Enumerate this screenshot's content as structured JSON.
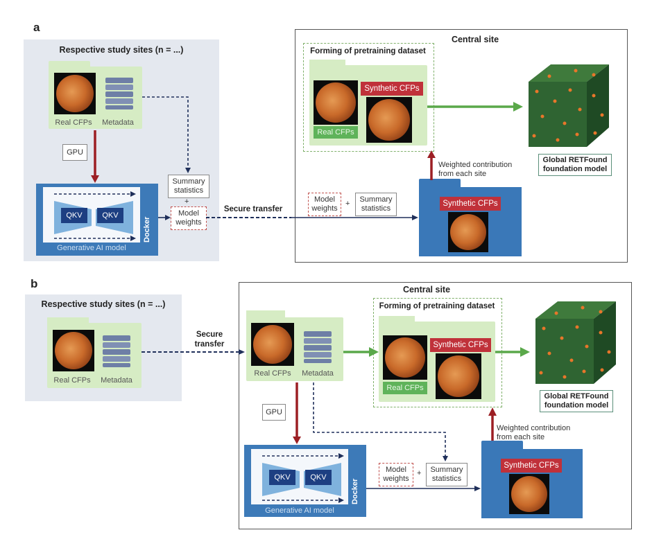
{
  "colors": {
    "site_bg": "#e4e8ef",
    "folder_green": "#d6ecc4",
    "synthetic_red": "#c0313a",
    "real_green": "#5fb35a",
    "docker_blue": "#3d7ab8",
    "qkv_navy": "#1d3f82",
    "arrow_red": "#9c1f24",
    "arrow_green": "#5aa84a",
    "arrow_navy": "#1f2f5a"
  },
  "panel_a": {
    "letter": "a",
    "study_sites_title": "Respective study sites (n = ...)",
    "real_cfps": "Real CFPs",
    "metadata": "Metadata",
    "gpu": "GPU",
    "qkv_left": "QKV",
    "qkv_right": "QKV",
    "docker": "Docker",
    "generative_model": "Generative AI model",
    "summary_statistics": "Summary statistics",
    "plus": "+",
    "model_weights": "Model weights",
    "secure_transfer": "Secure transfer",
    "central_site": "Central site",
    "forming_title": "Forming of pretraining dataset",
    "synthetic_cfps": "Synthetic CFPs",
    "real_cfps_green": "Real CFPs",
    "global_model": "Global RETFound foundation model",
    "weighted_contribution": "Weighted contribution from each site",
    "central_model_weights": "Model weights",
    "central_plus": "+",
    "central_summary": "Summary statistics",
    "blue_synthetic": "Synthetic CFPs"
  },
  "panel_b": {
    "letter": "b",
    "study_sites_title": "Respective study sites (n = ...)",
    "real_cfps": "Real CFPs",
    "metadata": "Metadata",
    "secure_transfer": "Secure transfer",
    "central_site": "Central site",
    "central_real_cfps": "Real CFPs",
    "central_metadata": "Metadata",
    "gpu": "GPU",
    "qkv_left": "QKV",
    "qkv_right": "QKV",
    "docker": "Docker",
    "generative_model": "Generative AI model",
    "model_weights": "Model weights",
    "plus": "+",
    "summary_statistics": "Summary statistics",
    "forming_title": "Forming of pretraining dataset",
    "synthetic_cfps": "Synthetic CFPs",
    "real_cfps_green": "Real CFPs",
    "global_model": "Global RETFound foundation model",
    "weighted_contribution": "Weighted contribution from each site",
    "blue_synthetic": "Synthetic CFPs"
  }
}
